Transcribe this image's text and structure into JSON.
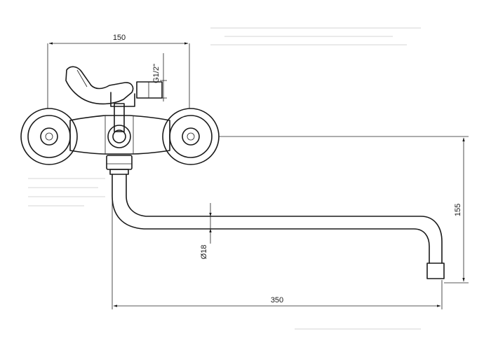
{
  "dimensions": {
    "width_label": "150",
    "thread_label": "G1/2\"",
    "height_label": "155",
    "spout_diameter_label": "Ø18",
    "spout_length_label": "350"
  },
  "colors": {
    "line": "#1a1a1a",
    "ghost": "#c9c9c9",
    "background": "#ffffff"
  }
}
